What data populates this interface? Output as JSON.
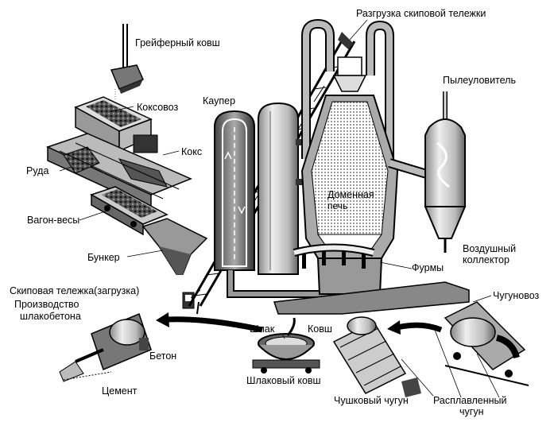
{
  "labels": {
    "skip_unload": "Разгрузка скиповой тележки",
    "grab_bucket": "Грейферный ковш",
    "coke_car": "Коксовоз",
    "cowper": "Каупер",
    "dust_catcher": "Пылеуловитель",
    "coke": "Кокс",
    "ore": "Руда",
    "blast_furnace_1": "Доменная",
    "blast_furnace_2": "печь",
    "weigh_car": "Вагон-весы",
    "bunker": "Бункер",
    "air_collector_1": "Воздушный",
    "air_collector_2": "коллектор",
    "tuyeres": "Фурмы",
    "skip_car_load": "Скиповая тележка(загрузка)",
    "slag_concrete_1": "Производство",
    "slag_concrete_2": "шлакобетона",
    "slag": "Шлак",
    "ladle": "Ковш",
    "iron_car": "Чугуновоз",
    "concrete": "Бетон",
    "slag_ladle": "Шлаковый ковш",
    "cement": "Цемент",
    "pig_iron": "Чушковый чугун",
    "molten_iron_1": "Расплавленный",
    "molten_iron_2": "чугун"
  }
}
